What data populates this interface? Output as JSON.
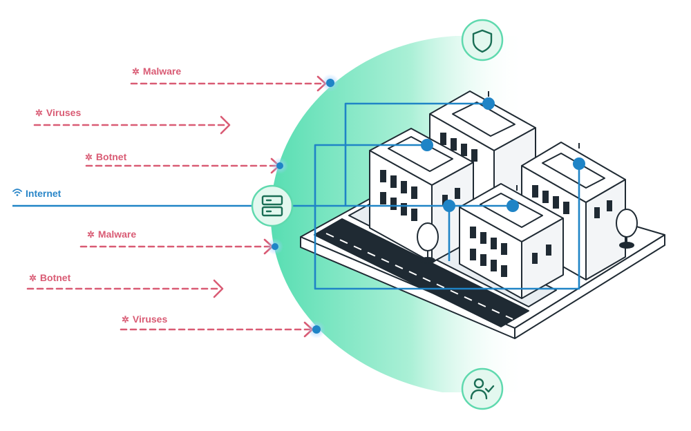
{
  "internet": {
    "label": "Internet"
  },
  "threats": [
    {
      "label": "Malware",
      "blocked": true
    },
    {
      "label": "Viruses",
      "blocked": false
    },
    {
      "label": "Botnet",
      "blocked": true
    },
    {
      "label": "Malware",
      "blocked": true
    },
    {
      "label": "Botnet",
      "blocked": false
    },
    {
      "label": "Viruses",
      "blocked": true
    }
  ],
  "icons": {
    "top": "shield-icon",
    "bottom": "user-check-icon",
    "gateway": "server-icon",
    "threat": "virus-icon",
    "internet": "wifi-icon"
  },
  "colors": {
    "threat": "#d95b74",
    "network": "#1f84c6",
    "shield_glow": "#5ee0b4",
    "badge_bg": "#e3f8ef",
    "badge_stroke": "#1a7a5c",
    "outline": "#1f2a33"
  }
}
